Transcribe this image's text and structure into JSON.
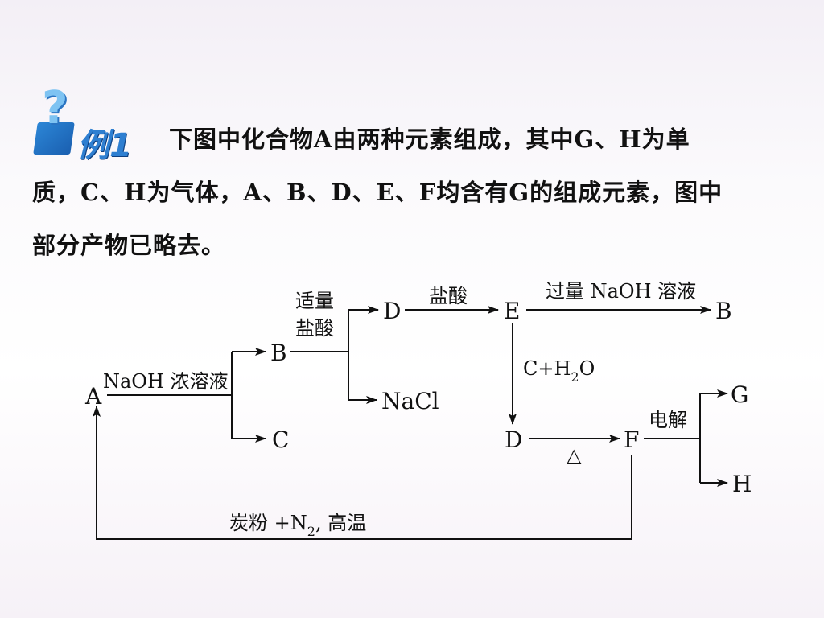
{
  "badge": {
    "label": "例1"
  },
  "problem": {
    "lines": [
      "下图中化合物A由两种元素组成，其中G、H为单",
      "质，C、H为气体，A、B、D、E、F均含有G的组成元素，图中",
      "部分产物已略去。"
    ]
  },
  "diagram": {
    "nodes": {
      "A": "A",
      "B1": "B",
      "C": "C",
      "D1": "D",
      "NaCl": "NaCl",
      "E": "E",
      "B2": "B",
      "D2": "D",
      "F": "F",
      "G": "G",
      "H": "H"
    },
    "conditions": {
      "a_to_b": "NaOH 浓溶液",
      "b_to_d_line1": "适量",
      "b_to_d_line2": "盐酸",
      "d_to_e": "盐酸",
      "e_to_b": "过量 NaOH 溶液",
      "e_to_d_main": "C+H",
      "e_to_d_sub": "2",
      "e_to_d_tail": "O",
      "d_to_f": "△",
      "f_split": "电解",
      "f_to_a_main": "炭粉 +N",
      "f_to_a_sub": "2",
      "f_to_a_tail": ", 高温"
    }
  }
}
